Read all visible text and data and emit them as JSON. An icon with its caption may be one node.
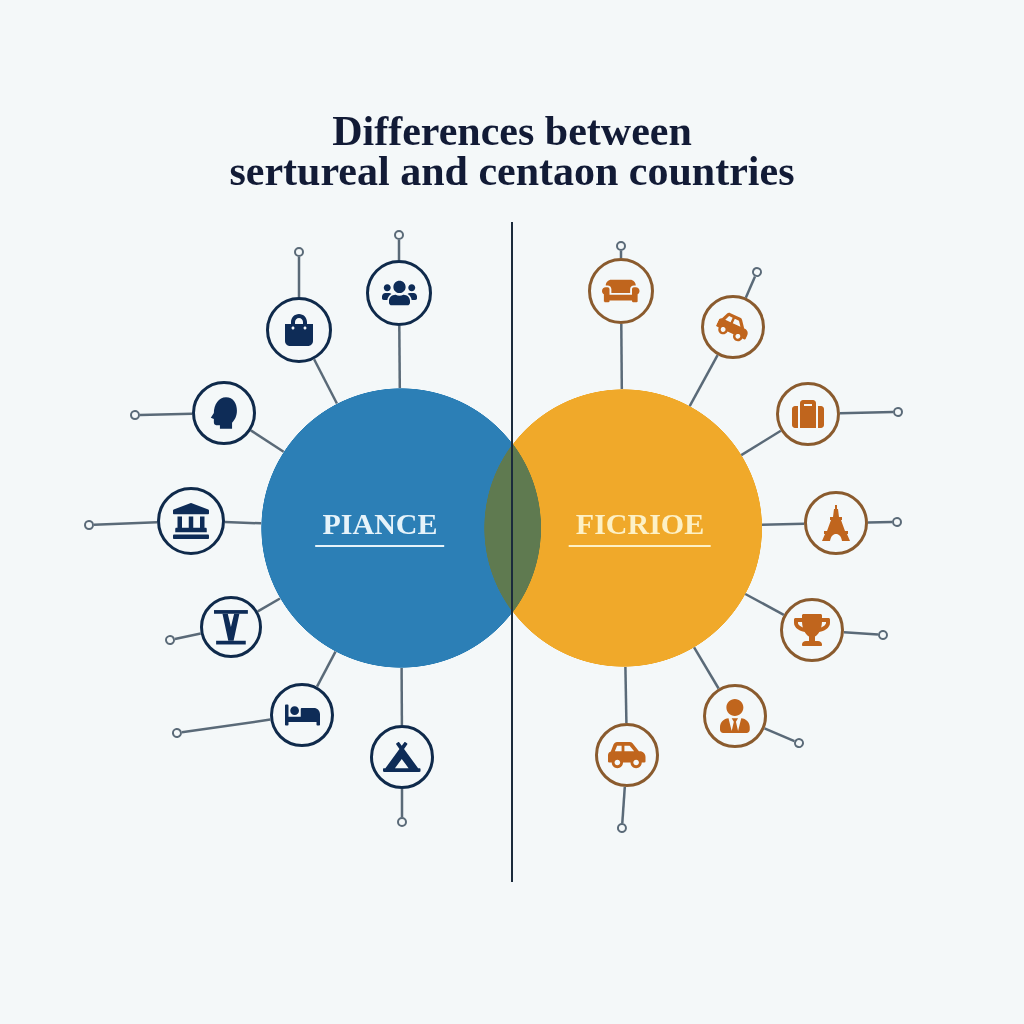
{
  "diagram": {
    "title": "Differences between sertureal and centaon countries",
    "nodes": [
      {
        "text": [
          "PIANCE"
        ]
      },
      {
        "text": [
          "FICRIOE"
        ]
      },
      {
        "text": [],
        "shape": "circle"
      },
      {
        "text": [],
        "shape": "circle"
      },
      {
        "text": [],
        "shape": "circle"
      },
      {
        "text": [],
        "shape": "circle"
      },
      {
        "text": [],
        "shape": "circle"
      },
      {
        "text": [],
        "shape": "circle"
      },
      {
        "text": [],
        "shape": "circle"
      },
      {
        "text": [],
        "shape": "circle"
      },
      {
        "text": [],
        "shape": "circle"
      },
      {
        "text": [],
        "shape": "circle"
      },
      {
        "text": [],
        "shape": "circle"
      },
      {
        "text": [],
        "shape": "circle"
      },
      {
        "text": [],
        "shape": "circle"
      },
      {
        "text": [],
        "shape": "circle"
      }
    ],
    "edges": [
      {
        "from": 0,
        "to": 2,
        "arrow": "none"
      },
      {
        "from": 0,
        "to": 3,
        "arrow": "none"
      },
      {
        "from": 0,
        "to": 4,
        "arrow": "none"
      },
      {
        "from": 0,
        "to": 5,
        "arrow": "none"
      },
      {
        "from": 0,
        "to": 6,
        "arrow": "none"
      },
      {
        "from": 0,
        "to": 7,
        "arrow": "none"
      },
      {
        "from": 0,
        "to": 8,
        "arrow": "none"
      },
      {
        "from": 1,
        "to": 9,
        "arrow": "none"
      },
      {
        "from": 1,
        "to": 10,
        "arrow": "none"
      },
      {
        "from": 1,
        "to": 11,
        "arrow": "none"
      },
      {
        "from": 1,
        "to": 12,
        "arrow": "none"
      },
      {
        "from": 1,
        "to": 13,
        "arrow": "none"
      },
      {
        "from": 1,
        "to": 14,
        "arrow": "none"
      },
      {
        "from": 1,
        "to": 15,
        "arrow": "none"
      },
      {
        "from": 2,
        "to": null,
        "arrow": "other"
      },
      {
        "from": 3,
        "to": null,
        "arrow": "other"
      },
      {
        "from": 4,
        "to": null,
        "arrow": "other"
      },
      {
        "from": 5,
        "to": null,
        "arrow": "other"
      },
      {
        "from": 6,
        "to": null,
        "arrow": "other"
      },
      {
        "from": 7,
        "to": null,
        "arrow": "other"
      },
      {
        "from": 8,
        "to": null,
        "arrow": "other"
      },
      {
        "from": 9,
        "to": null,
        "arrow": "other"
      },
      {
        "from": 10,
        "to": null,
        "arrow": "other"
      },
      {
        "from": 11,
        "to": null,
        "arrow": "other"
      },
      {
        "from": 12,
        "to": null,
        "arrow": "other"
      },
      {
        "from": 13,
        "to": null,
        "arrow": "other"
      },
      {
        "from": 14,
        "to": null,
        "arrow": "other"
      },
      {
        "from": 15,
        "to": null,
        "arrow": "other"
      }
    ]
  }
}
